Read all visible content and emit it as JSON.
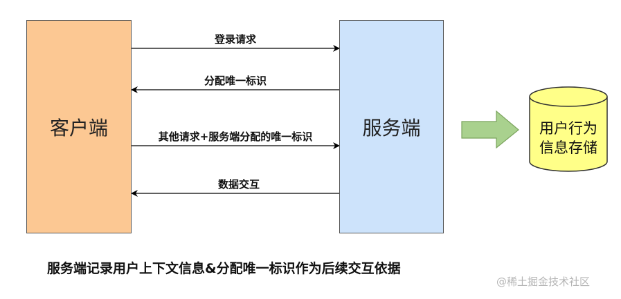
{
  "nodes": {
    "client": "客户端",
    "server": "服务端",
    "storage": [
      "用户行为",
      "信息存储"
    ]
  },
  "edges": [
    {
      "label": "登录请求",
      "direction": "client-to-server"
    },
    {
      "label": "分配唯一标识",
      "direction": "server-to-client"
    },
    {
      "label": "其他请求+服务端分配的唯一标识",
      "direction": "client-to-server"
    },
    {
      "label": "数据交互",
      "direction": "server-to-client"
    }
  ],
  "caption": "服务端记录用户上下文信息&分配唯一标识作为后续交互依据",
  "watermark": "@稀土掘金技术社区",
  "colors": {
    "client_fill": "#fcc893",
    "server_fill": "#cde3fb",
    "storage_fill": "#ffff88",
    "block_arrow_fill": "#a9d18e"
  }
}
